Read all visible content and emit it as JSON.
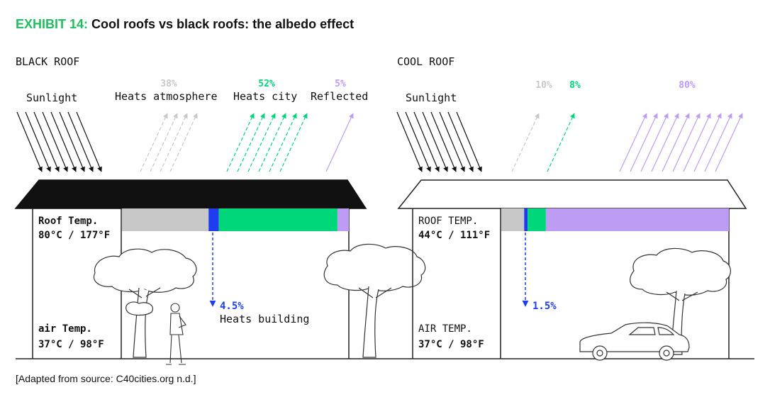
{
  "title_prefix": "EXHIBIT 14:",
  "title_text": "Cool roofs vs black roofs: the albedo effect",
  "source": "[Adapted from source: C40cities.org n.d.]",
  "colors": {
    "accent_green": "#1fbf5f",
    "atmosphere_grey": "#c8c8c8",
    "city_green": "#00d67a",
    "reflected_purple": "#bd9cf3",
    "building_blue": "#1f3df0",
    "roof_black": "#111111"
  },
  "black_roof": {
    "heading": "BLACK ROOF",
    "sunlight_label": "Sunlight",
    "atmosphere_pct": "38%",
    "atmosphere_label": "Heats atmosphere",
    "city_pct": "52%",
    "city_label": "Heats city",
    "reflected_pct": "5%",
    "reflected_label": "Reflected",
    "roof_temp_label": "Roof Temp.",
    "roof_temp_value": "80°C / 177°F",
    "air_temp_label": "air Temp.",
    "air_temp_value": "37°C / 98°F",
    "building_pct": "4.5%",
    "building_label": "Heats building",
    "bar": {
      "atmosphere": 38,
      "building": 4.5,
      "city": 52,
      "reflected": 5
    }
  },
  "cool_roof": {
    "heading": "COOL ROOF",
    "sunlight_label": "Sunlight",
    "atmosphere_pct": "10%",
    "city_pct": "8%",
    "reflected_pct": "80%",
    "roof_temp_label": "ROOF TEMP.",
    "roof_temp_value": "44°C / 111°F",
    "air_temp_label": "AIR TEMP.",
    "air_temp_value": "37°C / 98°F",
    "building_pct": "1.5%",
    "bar": {
      "atmosphere": 10,
      "building": 1.5,
      "city": 8,
      "reflected": 80
    }
  }
}
